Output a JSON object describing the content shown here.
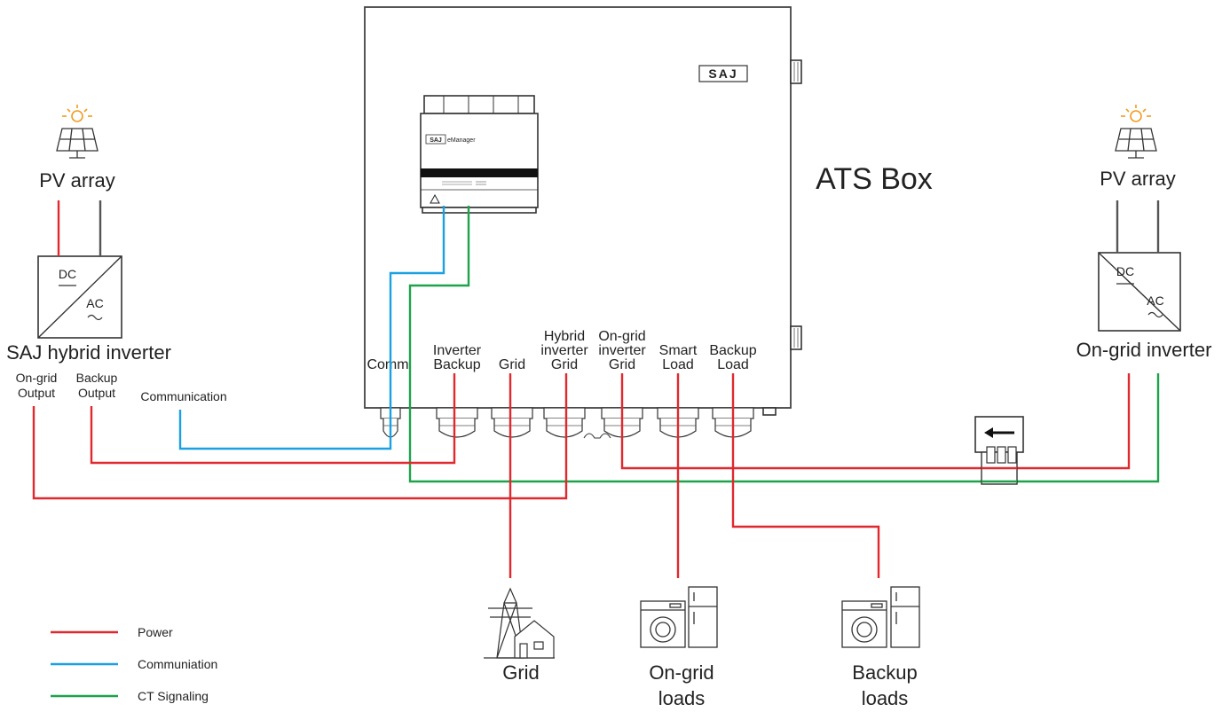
{
  "ats_box": {
    "title": "ATS Box",
    "brand": "SAJ",
    "emanager_brand": "SAJ",
    "emanager_label": "eManager"
  },
  "left": {
    "pv_label": "PV array",
    "inverter_dc": "DC",
    "inverter_ac": "AC",
    "inverter_label": "SAJ hybrid inverter",
    "ongrid_output": [
      "On-grid",
      "Output"
    ],
    "backup_output": [
      "Backup",
      "Output"
    ],
    "communication": "Communication"
  },
  "right": {
    "pv_label": "PV array",
    "inverter_dc": "DC",
    "inverter_ac": "AC",
    "inverter_label": "On-grid inverter"
  },
  "ports": [
    {
      "id": "comm",
      "lines": [
        "Comm"
      ]
    },
    {
      "id": "inverter-backup",
      "lines": [
        "Inverter",
        "Backup"
      ]
    },
    {
      "id": "grid",
      "lines": [
        "Grid"
      ]
    },
    {
      "id": "hybrid-inverter-grid",
      "lines": [
        "Hybrid",
        "inverter",
        "Grid"
      ]
    },
    {
      "id": "ongrid-inverter-grid",
      "lines": [
        "On-grid",
        "inverter",
        "Grid"
      ]
    },
    {
      "id": "smart-load",
      "lines": [
        "Smart",
        "Load"
      ]
    },
    {
      "id": "backup-load",
      "lines": [
        "Backup",
        "Load"
      ]
    }
  ],
  "bottom": {
    "grid_label": "Grid",
    "ongrid_loads": [
      "On-grid",
      "loads"
    ],
    "backup_loads": [
      "Backup",
      "loads"
    ]
  },
  "legend": [
    {
      "label": "Power",
      "color": "#e0282e"
    },
    {
      "label": "Communiation",
      "color": "#1ba1e2"
    },
    {
      "label": "CT Signaling",
      "color": "#1ea24b"
    }
  ],
  "colors": {
    "power": "#e0282e",
    "communication": "#1ba1e2",
    "ct": "#1ea24b",
    "sun": "#f29b1f"
  }
}
